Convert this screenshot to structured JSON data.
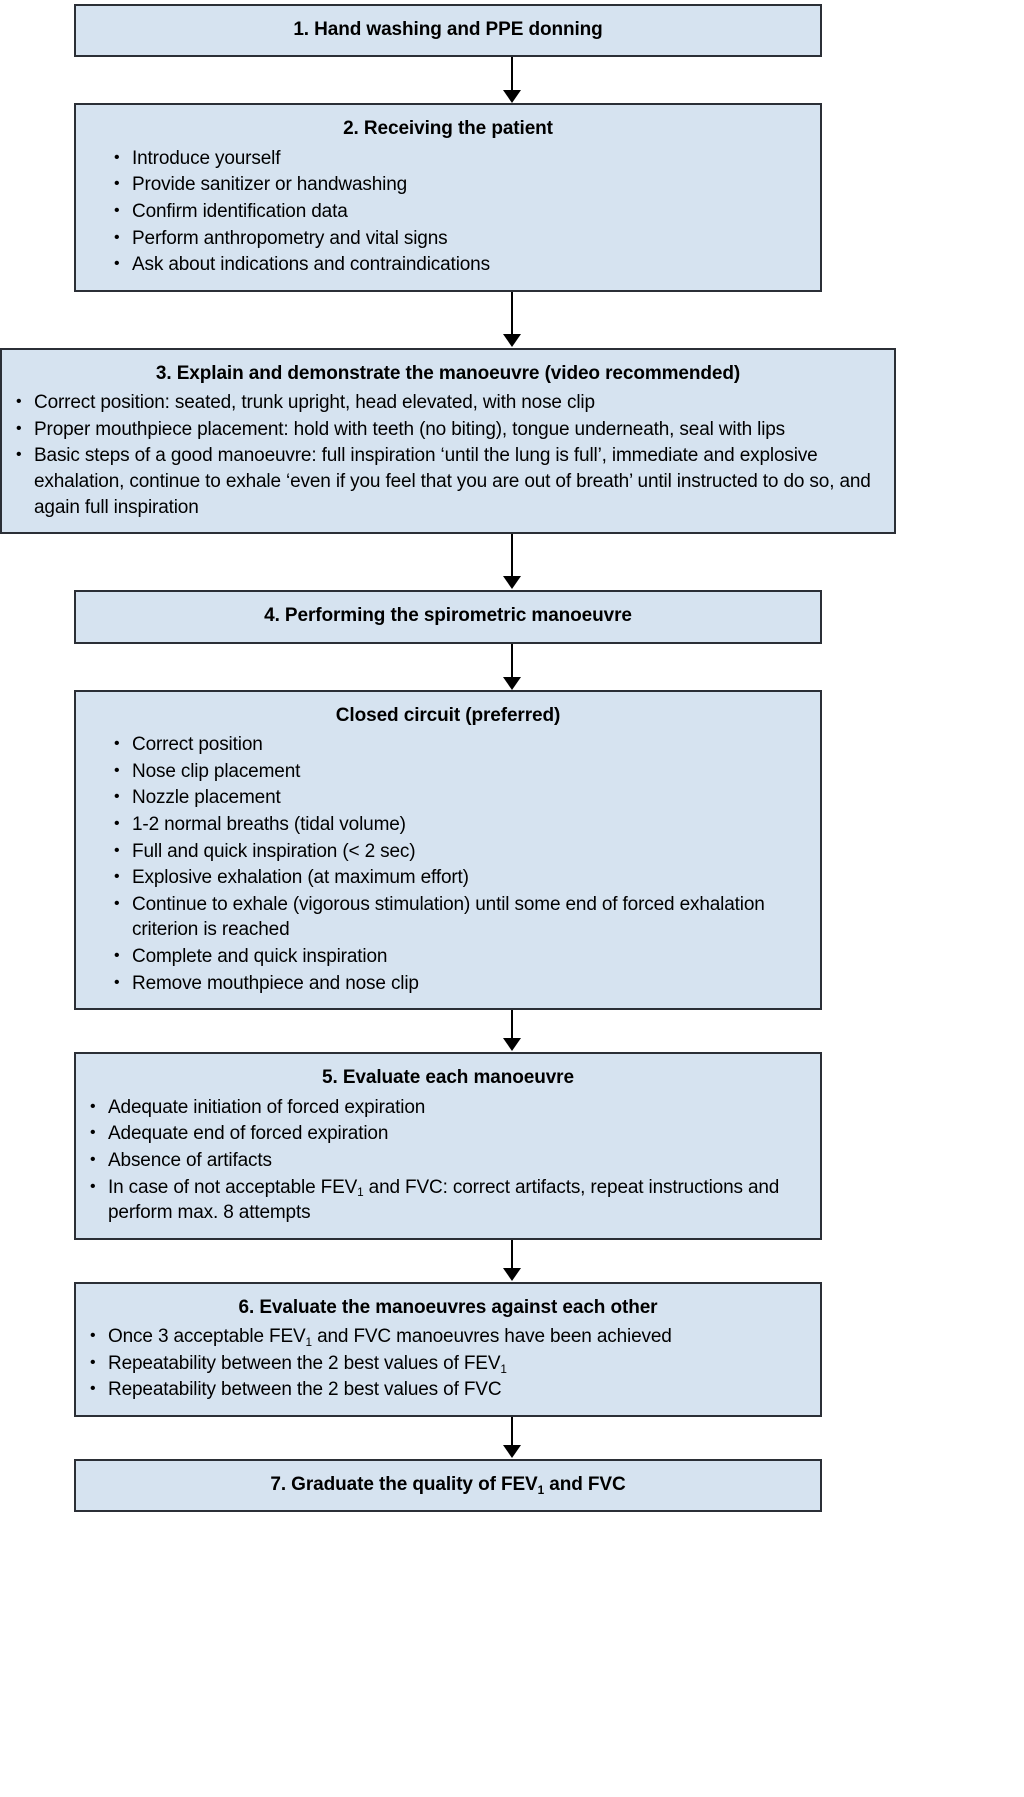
{
  "diagram": {
    "title": "Spirometry procedure flowchart",
    "box_fill": "#d6e3f0",
    "box_border": "#2b2f36",
    "steps": [
      {
        "id": "step-1",
        "title": "1. Hand washing and PPE donning",
        "bullets": []
      },
      {
        "id": "step-2",
        "title": "2. Receiving the patient",
        "bullets": [
          "Introduce yourself",
          "Provide sanitizer or handwashing",
          "Confirm identification data",
          "Perform anthropometry and vital signs",
          "Ask about indications and contraindications"
        ]
      },
      {
        "id": "step-3",
        "title": "3. Explain and demonstrate the manoeuvre (video recommended)",
        "bullets": [
          "Correct position: seated, trunk upright, head elevated, with nose clip",
          "Proper mouthpiece placement: hold with teeth (no biting), tongue underneath, seal with lips",
          "Basic steps of a good manoeuvre: full inspiration ‘until the lung is full’, immediate and explosive exhalation, continue to exhale ‘even if you feel that you are out of breath’ until instructed to do so, and again full inspiration"
        ]
      },
      {
        "id": "step-4",
        "title": "4. Performing the spirometric manoeuvre",
        "bullets": []
      },
      {
        "id": "step-closed-circuit",
        "title": "Closed circuit (preferred)",
        "bullets": [
          "Correct position",
          "Nose clip placement",
          "Nozzle placement",
          "1-2 normal breaths (tidal volume)",
          "Full and quick inspiration (< 2 sec)",
          "Explosive exhalation (at maximum effort)",
          "Continue to exhale (vigorous stimulation) until some end of forced exhalation criterion is reached",
          "Complete and quick inspiration",
          "Remove mouthpiece and nose clip"
        ]
      },
      {
        "id": "step-5",
        "title": "5. Evaluate each manoeuvre",
        "bullets": [
          "Adequate initiation of forced expiration",
          "Adequate end of forced expiration",
          "Absence of artifacts"
        ],
        "bullets_html": [
          "In case of not acceptable FEV<sub>1</sub> and FVC: correct artifacts, repeat instructions and perform max. 8 attempts"
        ]
      },
      {
        "id": "step-6",
        "title": "6. Evaluate the manoeuvres against each other",
        "bullets_html": [
          "Once 3 acceptable FEV<sub>1</sub> and FVC manoeuvres have been achieved",
          "Repeatability between the 2 best values of FEV<sub>1</sub>",
          "Repeatability between the 2 best values of FVC"
        ]
      },
      {
        "id": "step-7",
        "title_html": "7. Graduate the quality of FEV<sub>1</sub> and FVC",
        "bullets": []
      }
    ]
  }
}
